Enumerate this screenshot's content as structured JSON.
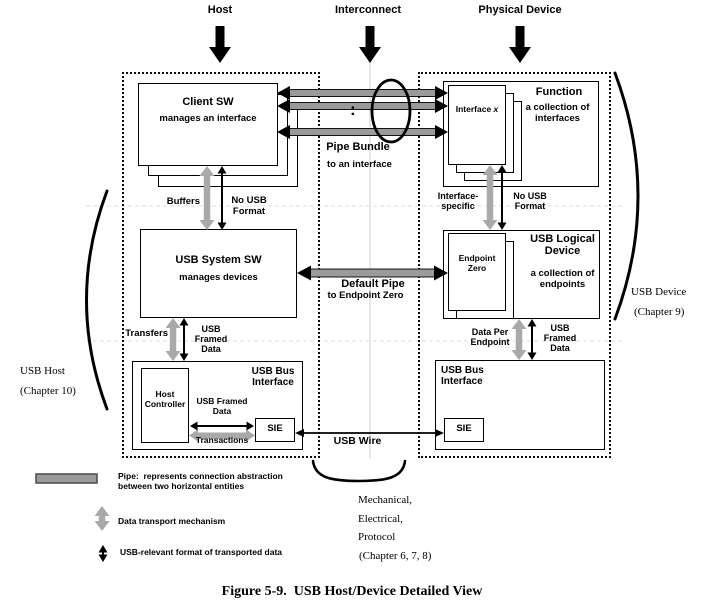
{
  "colors": {
    "pipe_gray": "#9a9a9a",
    "arrow_gray": "#a9a9a9",
    "black": "#000000"
  },
  "top": {
    "host": "Host",
    "interconnect": "Interconnect",
    "physical_device": "Physical Device"
  },
  "host": {
    "client_title": "Client SW",
    "client_sub": "manages an interface",
    "buffers": "Buffers",
    "no_usb_format": "No USB\nFormat",
    "system_title": "USB System SW",
    "system_sub": "manages devices",
    "transfers": "Transfers",
    "usb_framed_data": "USB\nFramed\nData",
    "bus_title": "USB Bus\nInterface",
    "host_controller": "Host\nController",
    "usb_framed_data_h": "USB Framed\nData",
    "transactions": "Transactions",
    "sie": "SIE",
    "brace_label": "USB Host",
    "brace_chapter": "(Chapter 10)"
  },
  "interconnect": {
    "pipe_bundle": "Pipe Bundle",
    "pipe_bundle_sub": "to an interface",
    "dots": ":",
    "default_pipe": "Default Pipe",
    "default_pipe_sub": "to Endpoint Zero",
    "usb_wire": "USB Wire",
    "mechanical": "Mechanical,",
    "electrical": "Electrical,",
    "protocol": "Protocol",
    "chapters": "(Chapter 6, 7, 8)"
  },
  "device": {
    "function_title": "Function",
    "function_sub": "a collection of\ninterfaces",
    "interface_label": "Interface ",
    "interface_var": "x",
    "interface_specific": "Interface-\nspecific",
    "no_usb_format": "No USB\nFormat",
    "logical_title": "USB Logical\nDevice",
    "logical_sub": "a collection of\nendpoints",
    "endpoint_zero": "Endpoint\nZero",
    "data_per_endpoint": "Data Per\nEndpoint",
    "usb_framed_data": "USB\nFramed\nData",
    "bus_title": "USB Bus\nInterface",
    "sie": "SIE",
    "brace_label": "USB Device",
    "brace_chapter": "(Chapter 9)"
  },
  "legend": {
    "pipe_text": "Pipe:  represents connection abstraction\nbetween two horizontal entities",
    "transport_text": "Data transport mechanism",
    "format_text": "USB-relevant format of transported data"
  },
  "caption": "Figure 5-9.  USB Host/Device Detailed View"
}
